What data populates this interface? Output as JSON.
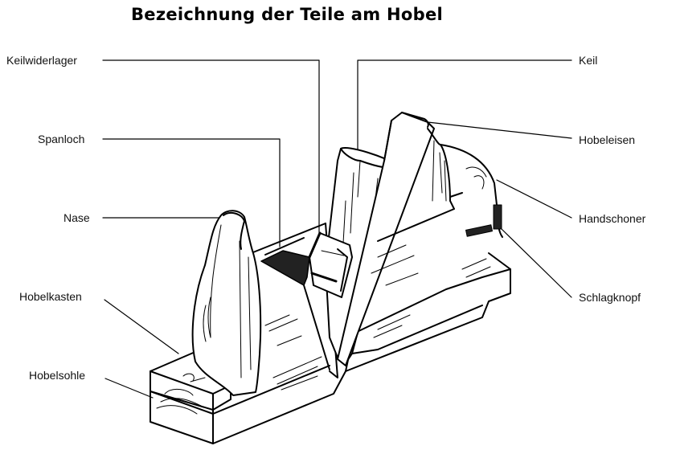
{
  "title": "Bezeichnung der Teile am Hobel",
  "colors": {
    "line": "#000000",
    "background": "#ffffff",
    "shade": "#222222"
  },
  "labels_left": [
    {
      "id": "keilwiderlager",
      "text": "Keilwiderlager"
    },
    {
      "id": "spanloch",
      "text": "Spanloch"
    },
    {
      "id": "nase",
      "text": "Nase"
    },
    {
      "id": "hobelkasten",
      "text": "Hobelkasten"
    },
    {
      "id": "hobelsohle",
      "text": "Hobelsohle"
    }
  ],
  "labels_right": [
    {
      "id": "keil",
      "text": "Keil"
    },
    {
      "id": "hobeleisen",
      "text": "Hobeleisen"
    },
    {
      "id": "handschoner",
      "text": "Handschoner"
    },
    {
      "id": "schlagknopf",
      "text": "Schlagknopf"
    }
  ]
}
